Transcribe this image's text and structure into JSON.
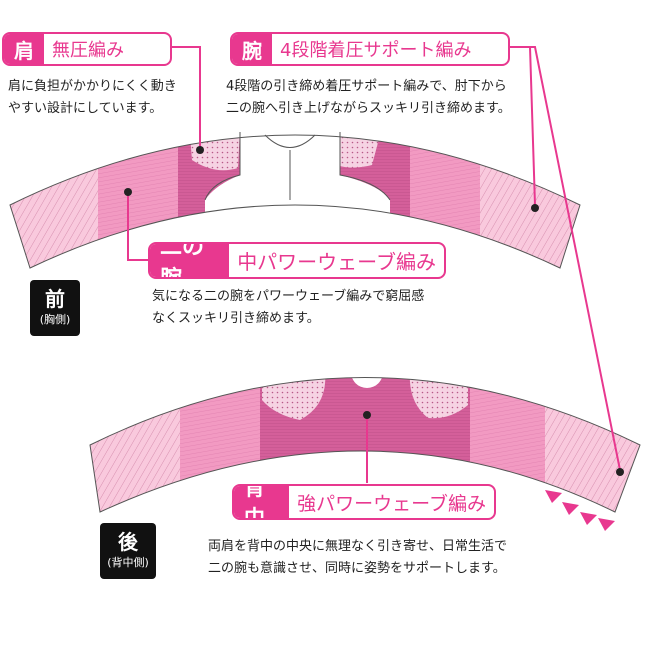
{
  "labels": {
    "shoulder": {
      "key": "肩",
      "value": "無圧編み",
      "desc": [
        "肩に負担がかかりにくく動き",
        "やすい設計にしています。"
      ]
    },
    "arm": {
      "key": "腕",
      "value": "4段階着圧サポート編み",
      "desc": [
        "4段階の引き締め着圧サポート編みで、肘下から",
        "二の腕へ引き上げながらスッキリ引き締めます。"
      ]
    },
    "upper_arm": {
      "key": "二の腕",
      "value": "中パワーウェーブ編み",
      "desc": [
        "気になる二の腕をパワーウェーブ編みで窮屈感",
        "なくスッキリ引き締めます。"
      ]
    },
    "back": {
      "key": "背中",
      "value": "強パワーウェーブ編み",
      "desc": [
        "両肩を背中の中央に無理なく引き寄せ、日常生活で",
        "二の腕も意識させ、同時に姿勢をサポートします。"
      ]
    }
  },
  "sides": {
    "front": {
      "main": "前",
      "sub": "(胸側)"
    },
    "rear": {
      "main": "後",
      "sub": "(背中側)"
    }
  },
  "colors": {
    "accent": "#e8388f",
    "light": "#f9c9dd",
    "mid": "#f08cb8",
    "dark": "#d25e98"
  }
}
